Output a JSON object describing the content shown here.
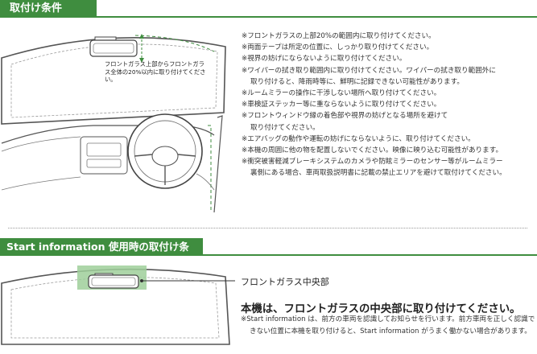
{
  "section1": {
    "title": "取付け条件",
    "callout": "フロントガラス上部からフロントガラス全体の20%以内に取り付けてください。",
    "notes": [
      "※フロントガラスの上部20%の範囲内に取り付けてください。",
      "※両面テープは所定の位置に、しっかり取り付けてください。",
      "※視界の妨げにならないように取り付けてください。",
      "※ワイパーの拭き取り範囲内に取り付けてください。ワイパーの拭き取り範囲外に\n取り付けると、降雨時等に、鮮明に記録できない可能性があります。",
      "※ルームミラーの操作に干渉しない場所へ取り付けてください。",
      "※車検証ステッカー等に重ならないように取り付けてください。",
      "※フロントウィンドウ縁の着色部や視界の妨げとなる場所を避けて\n取り付けてください。",
      "※エアバッグの動作や運転の妨げにならないように、取り付けてください。",
      "※本機の周囲に他の物を配置しないでください。映像に映り込む可能性があります。",
      "※衝突被害軽減ブレーキシステムのカメラや防眩ミラーのセンサー等がルームミラー\n裏側にある場合、車両取扱説明書に記載の禁止エリアを避けて取付けてください。"
    ]
  },
  "section2": {
    "title": "Start information 使用時の取付け条件",
    "center_label": "フロントガラス中央部",
    "headline": "本機は、フロントガラスの中央部に取り付けてください。",
    "note": "※Start information は、前方の車両を認識してお知らせを行います。前方車両を正しく認識できない位置に本機を取り付けると、Start information がうまく働かない場合があります。"
  },
  "colors": {
    "brand_green": "#3f8d3f",
    "highlight_green": "#9fcf9a",
    "line_gray": "#555555"
  }
}
